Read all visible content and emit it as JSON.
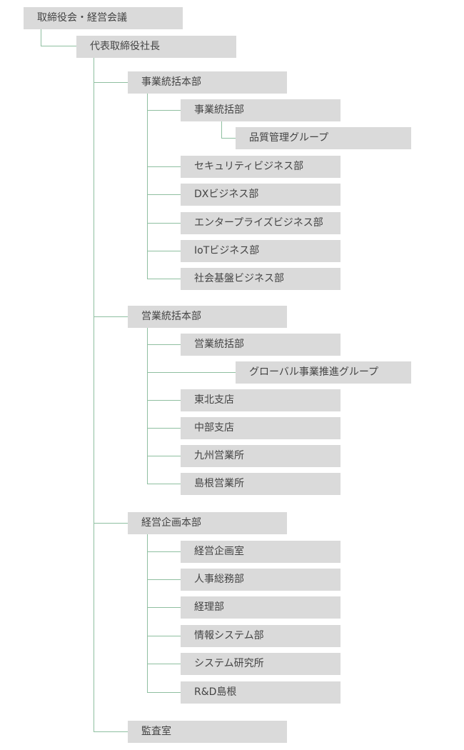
{
  "org": {
    "board": "取締役会・経営会議",
    "president": "代表取締役社長",
    "business_hq": {
      "label": "事業統括本部",
      "dept": "事業統括部",
      "quality_group": "品質管理グループ",
      "security": "セキュリティビジネス部",
      "dx": "DXビジネス部",
      "enterprise": "エンタープライズビジネス部",
      "iot": "IoTビジネス部",
      "social": "社会基盤ビジネス部"
    },
    "sales_hq": {
      "label": "営業統括本部",
      "dept": "営業統括部",
      "global_group": "グローバル事業推進グループ",
      "tohoku": "東北支店",
      "chubu": "中部支店",
      "kyushu": "九州営業所",
      "shimane": "島根営業所"
    },
    "planning_hq": {
      "label": "経営企画本部",
      "planning_office": "経営企画室",
      "hr": "人事総務部",
      "accounting": "経理部",
      "it_systems": "情報システム部",
      "lab": "システム研究所",
      "rd": "R&D島根"
    },
    "audit": "監査室"
  }
}
